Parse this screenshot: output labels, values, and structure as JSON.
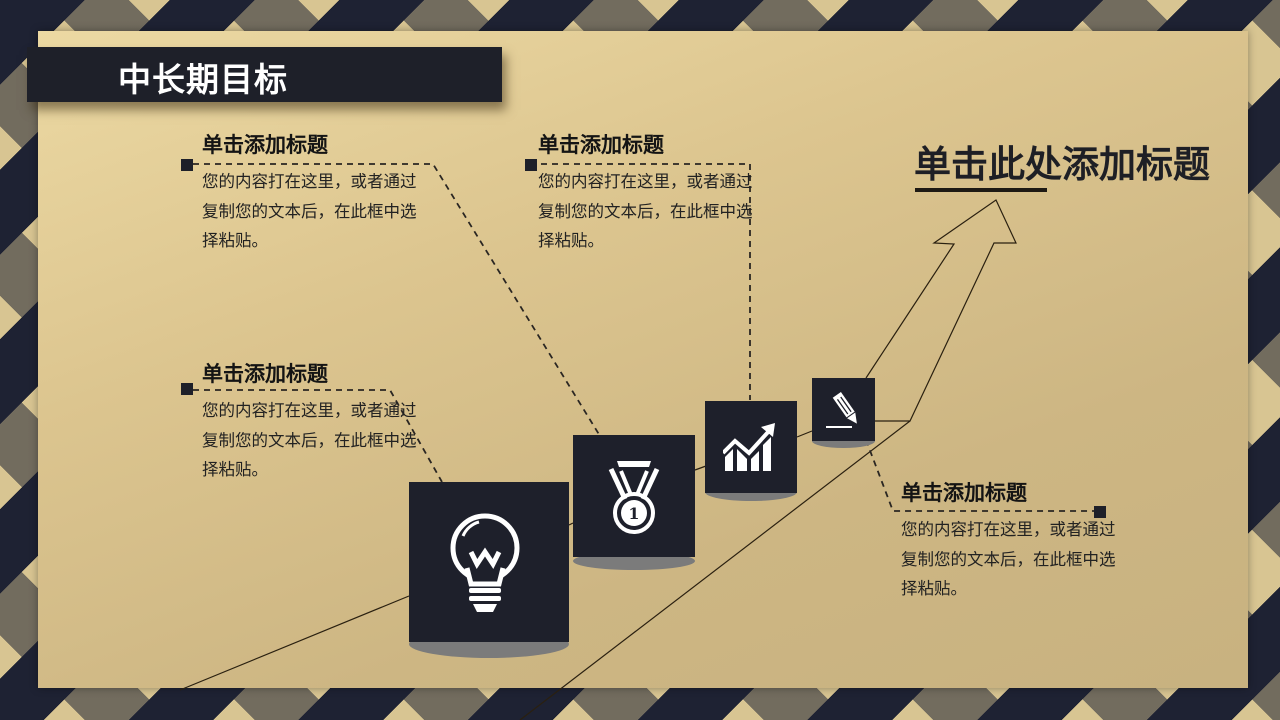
{
  "slide": {
    "title": "中长期目标",
    "main_heading": "单击此处添加标题",
    "colors": {
      "dark": "#1e2029",
      "gold_light": "#ecd9a3",
      "gold_dark": "#c8b280",
      "icon_shadow": "#7b7b7b",
      "text": "#222222"
    }
  },
  "blocks": [
    {
      "heading": "单击添加标题",
      "body": "您的内容打在这里，或者通过复制您的文本后，在此框中选择粘贴。"
    },
    {
      "heading": "单击添加标题",
      "body": "您的内容打在这里，或者通过复制您的文本后，在此框中选择粘贴。"
    },
    {
      "heading": "单击添加标题",
      "body": "您的内容打在这里，或者通过复制您的文本后，在此框中选择粘贴。"
    },
    {
      "heading": "单击添加标题",
      "body": "您的内容打在这里，或者通过复制您的文本后，在此框中选择粘贴。"
    }
  ],
  "icons": [
    {
      "name": "lightbulb-icon"
    },
    {
      "name": "medal-first-icon",
      "label": "1"
    },
    {
      "name": "growth-chart-icon"
    },
    {
      "name": "pencil-edit-icon"
    }
  ]
}
